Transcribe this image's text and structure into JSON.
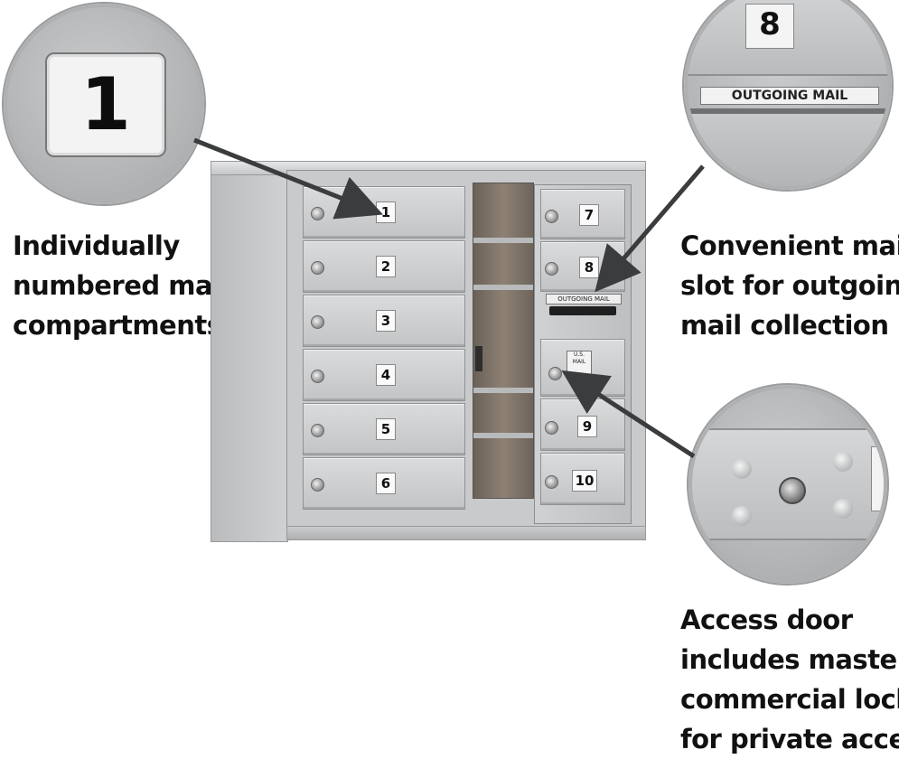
{
  "callouts": {
    "left": [
      "Individually",
      "numbered mail",
      "compartments"
    ],
    "right_top": [
      "Convenient mail",
      "slot for outgoing",
      "mail collection"
    ],
    "right_bottom": [
      "Access door",
      "includes master",
      "commercial lock",
      "for private access"
    ]
  },
  "zoom": {
    "number_tag": "1",
    "top_number": "8",
    "outgoing_label": "OUTGOING MAIL"
  },
  "compartments": {
    "left": [
      "1",
      "2",
      "3",
      "4",
      "5",
      "6"
    ],
    "right_top": [
      "7",
      "8"
    ],
    "right_bottom": [
      "9",
      "10"
    ],
    "slot_label": "OUTGOING MAIL",
    "usmail_label": "U.S. MAIL"
  },
  "colors": {
    "metal": "#c9cbcd",
    "text": "#111111",
    "arrow": "#3a3c3e"
  }
}
